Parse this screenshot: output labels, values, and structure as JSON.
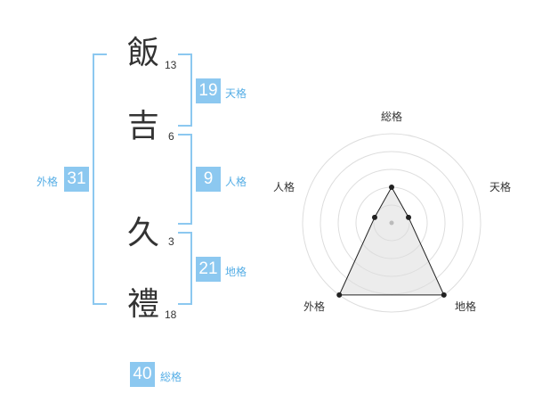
{
  "name": {
    "chars": [
      {
        "char": "飯",
        "strokes": "13"
      },
      {
        "char": "吉",
        "strokes": "6"
      },
      {
        "char": "久",
        "strokes": "3"
      },
      {
        "char": "禮",
        "strokes": "18"
      }
    ]
  },
  "fortunes": {
    "tenkaku": {
      "value": "19",
      "label": "天格"
    },
    "jinkaku": {
      "value": "9",
      "label": "人格"
    },
    "chikaku": {
      "value": "21",
      "label": "地格"
    },
    "gaikaku": {
      "value": "31",
      "label": "外格"
    },
    "soukaku": {
      "value": "40",
      "label": "総格"
    }
  },
  "radar": {
    "labels": {
      "soukaku": "総格",
      "tenkaku": "天格",
      "chikaku": "地格",
      "gaikaku": "外格",
      "jinkaku": "人格"
    },
    "levels": 5,
    "scores": {
      "soukaku": 2,
      "tenkaku": 1,
      "chikaku": 5,
      "gaikaku": 5,
      "jinkaku": 1
    },
    "colors": {
      "fill": "#ececec",
      "ring": "#dddddd",
      "line": "#222222",
      "point": "#222222",
      "center": "#bbbbbb"
    }
  }
}
